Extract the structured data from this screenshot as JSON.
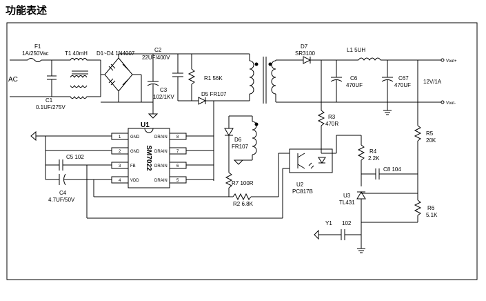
{
  "heading": "功能表述",
  "labels": {
    "ac": "AC",
    "f1": "F1",
    "f1_val": "1A/250Vac",
    "t1": "T1 40mH",
    "d1d4": "D1~D4 1N4007",
    "c2": "C2",
    "c2_val": "22UF/400V",
    "c1": "C1",
    "c1_val": "0.1UF/275V",
    "c3": "C3",
    "c3_val": "102/1KV",
    "r1": "R1 56K",
    "d5": "D5 FR107",
    "d7": "D7",
    "d7_val": "SR3100",
    "l1": "L1 5UH",
    "c6": "C6",
    "c6_val": "470UF",
    "c67": "C67",
    "c67_val": "470UF",
    "out_rating": "12V/1A",
    "vout_plus": "Vout+",
    "vout_minus": "Vout-",
    "r3": "R3",
    "r3_val": "470R",
    "r5": "R5",
    "r5_val": "20K",
    "r4": "R4",
    "r4_val": "2.2K",
    "c8": "C8 104",
    "d6": "D6",
    "d6_val": "FR107",
    "r7": "R7 100R",
    "r2": "R2 6.8K",
    "u2": "U2",
    "u2_val": "PC817B",
    "u3": "U3",
    "u3_val": "TL431",
    "r6": "R6",
    "r6_val": "5.1K",
    "y1": "Y1",
    "y1_val": "102",
    "c5": "C5 102",
    "c4": "C4",
    "c4_val": "4.7UF/50V",
    "u1": "U1",
    "chip_name": "SM7022",
    "pins": [
      {
        "num": "1",
        "name": "GND"
      },
      {
        "num": "2",
        "name": "GND"
      },
      {
        "num": "3",
        "name": "FB"
      },
      {
        "num": "4",
        "name": "VDD"
      },
      {
        "num": "8",
        "name": "DRAIN"
      },
      {
        "num": "7",
        "name": "DRAIN"
      },
      {
        "num": "6",
        "name": "DRAIN"
      },
      {
        "num": "5",
        "name": "DRAIN"
      }
    ]
  }
}
